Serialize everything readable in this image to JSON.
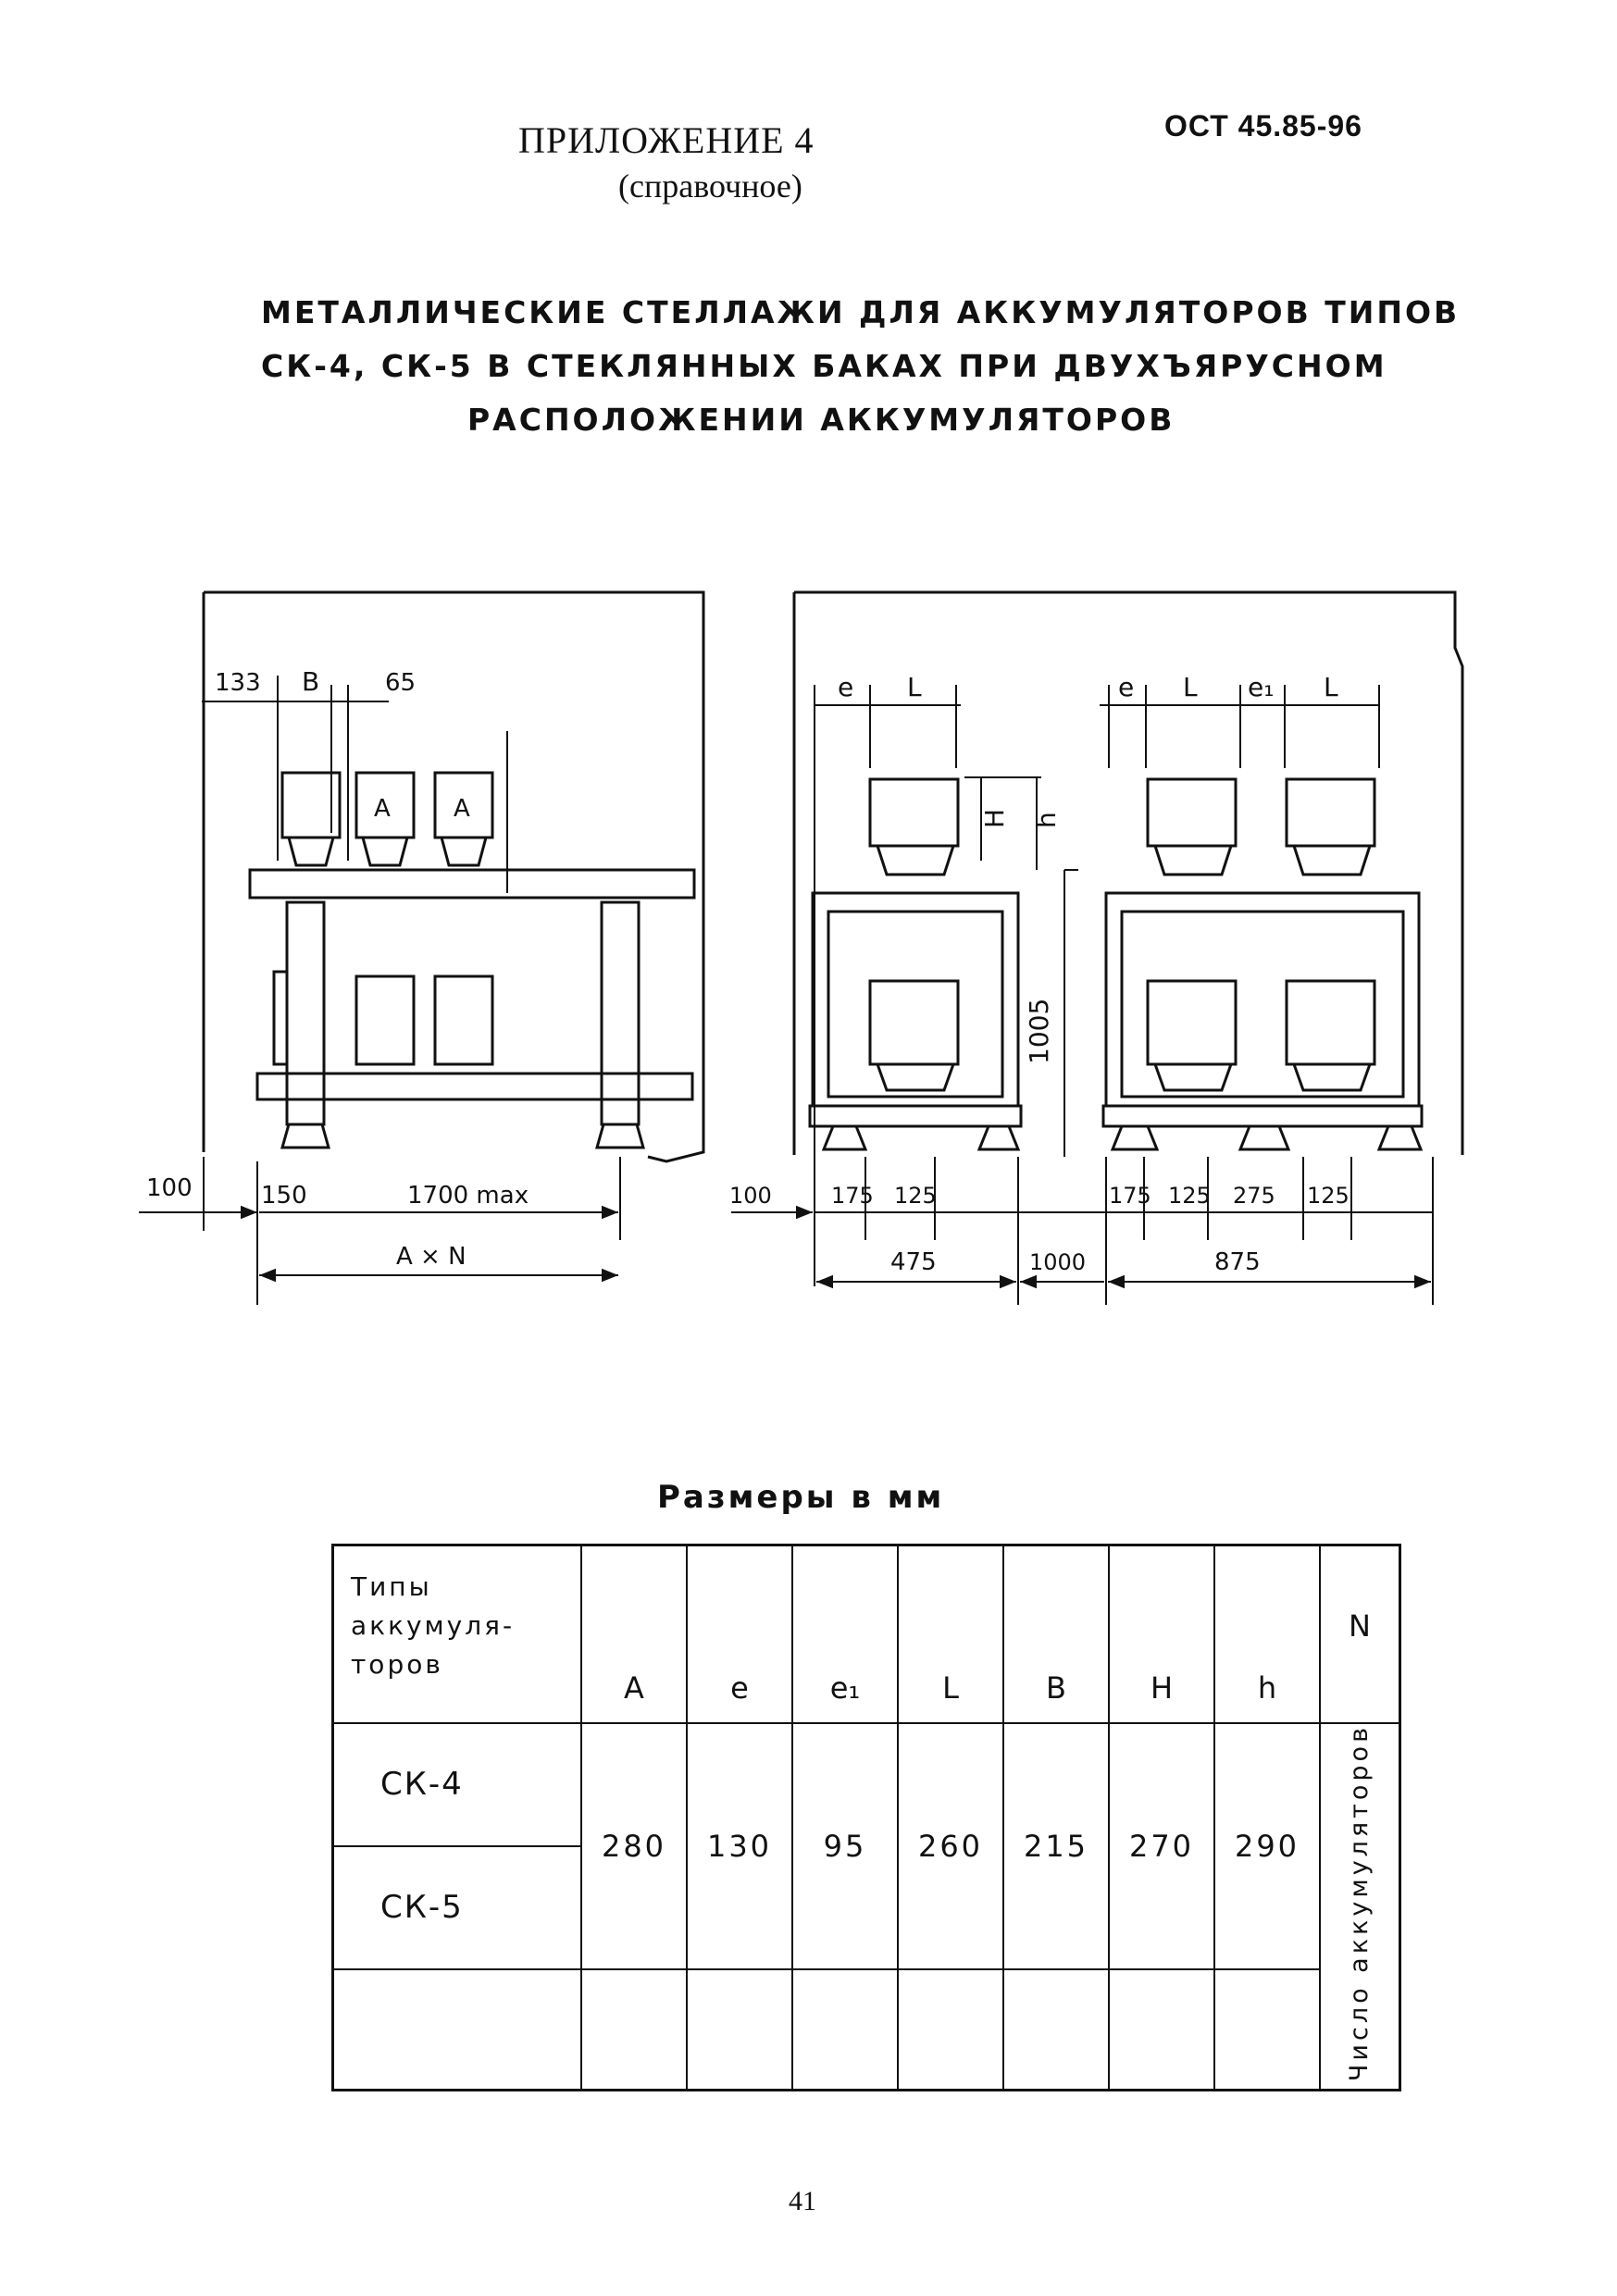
{
  "header": {
    "appendix_title": "ПРИЛОЖЕНИЕ 4",
    "appendix_note": "(справочное)",
    "doc_code": "ОСТ 45.85-96"
  },
  "caption": {
    "line1": "МЕТАЛЛИЧЕСКИЕ СТЕЛЛАЖИ ДЛЯ АККУМУЛЯТОРОВ ТИПОВ",
    "line2": "СК-4, СК-5 В СТЕКЛЯННЫХ БАКАХ ПРИ ДВУХЪЯРУСНОМ",
    "line3": "РАСПОЛОЖЕНИИ АККУМУЛЯТОРОВ"
  },
  "drawing_left": {
    "dim_133": "133",
    "dim_B": "В",
    "dim_65": "65",
    "cell_A1": "А",
    "cell_A2": "А",
    "dim_100": "100",
    "dim_150": "150",
    "dim_1700": "1700 max",
    "dim_AxN": "А × N"
  },
  "drawing_right": {
    "e1": "e",
    "L1": "L",
    "e2": "e",
    "L2": "L",
    "e3": "e₁",
    "L3": "L",
    "dim_H": "H",
    "dim_h": "h",
    "dim_1005": "1005",
    "dim_100": "100",
    "dim_175a": "175",
    "dim_125a": "125",
    "dim_475": "475",
    "dim_1000": "1000",
    "dim_175b": "175",
    "dim_125b": "125",
    "dim_275": "275",
    "dim_125c": "125",
    "dim_875": "875"
  },
  "table": {
    "caption": "Размеры в мм",
    "header_types": [
      "Типы",
      "аккумуля-",
      "торов"
    ],
    "columns": [
      "А",
      "e",
      "e₁",
      "L",
      "В",
      "H",
      "h",
      "N"
    ],
    "rows": [
      "СК-4",
      "СК-5"
    ],
    "values": [
      "280",
      "130",
      "95",
      "260",
      "215",
      "270",
      "290"
    ],
    "n_note": "Число аккумуляторов"
  },
  "footer": {
    "page_number": "41"
  }
}
